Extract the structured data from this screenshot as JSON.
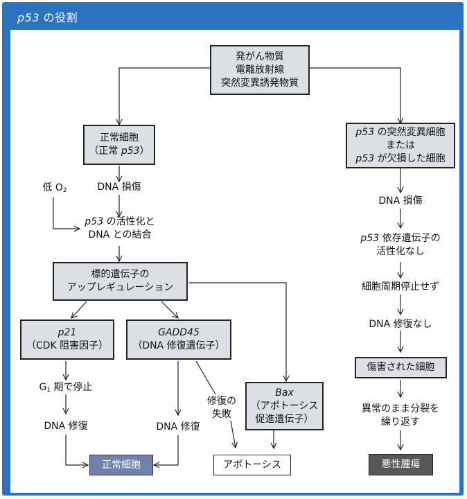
{
  "title_gene": "p53",
  "title_rest": " の役割",
  "nodes": {
    "carcinogens": [
      "発がん物質",
      "電離放射線",
      "突然変異誘発物質"
    ],
    "normal_cell": {
      "line1": "正常細胞",
      "line2_pre": "（正常 ",
      "line2_gene": "p53",
      "line2_post": "）"
    },
    "mutant_cell": {
      "l1_gene": "p53",
      "l1_rest": " の突然変異細胞",
      "l2": "または",
      "l3_gene": "p53",
      "l3_rest": " が欠損した細胞"
    },
    "dna_damage_left": "DNA 損傷",
    "low_o2": {
      "pre": "低 O",
      "sub": "2"
    },
    "activation": {
      "l1_gene": "p53",
      "l1_rest": " の活性化と",
      "l2": "DNA との結合"
    },
    "upregulation": [
      "標的遺伝子の",
      "アップレギュレーション"
    ],
    "p21": {
      "gene": "p21",
      "desc": "（CDK 阻害因子）"
    },
    "gadd45": {
      "gene": "GADD45",
      "desc": "（DNA 修復遺伝子）"
    },
    "bax": {
      "gene": "Bax",
      "desc1": "（アポトーシス",
      "desc2": "促進遺伝子）"
    },
    "g1_arrest": {
      "pre": "G",
      "sub": "1",
      "post": " 期で停止"
    },
    "dna_repair_1": "DNA 修復",
    "dna_repair_2": "DNA 修復",
    "repair_failure": [
      "修復の",
      "失敗"
    ],
    "normal_end": "正常細胞",
    "apoptosis": "アポトーシス",
    "dna_damage_right": "DNA 損傷",
    "no_activation": {
      "l1_gene": "p53",
      "l1_rest": " 依存遺伝子の",
      "l2": "活性化なし"
    },
    "no_arrest": "細胞周期停止せず",
    "no_repair": "DNA 修復なし",
    "damaged_cell": "傷害された細胞",
    "abnormal_division": [
      "異常のまま分裂を",
      "繰り返す"
    ],
    "malignant": "悪性腫瘍"
  },
  "colors": {
    "frame": "#2a73c0",
    "box_fill": "#dcdfe4",
    "normal_end_fill": "#6d82ad",
    "malignant_fill": "#555759"
  }
}
